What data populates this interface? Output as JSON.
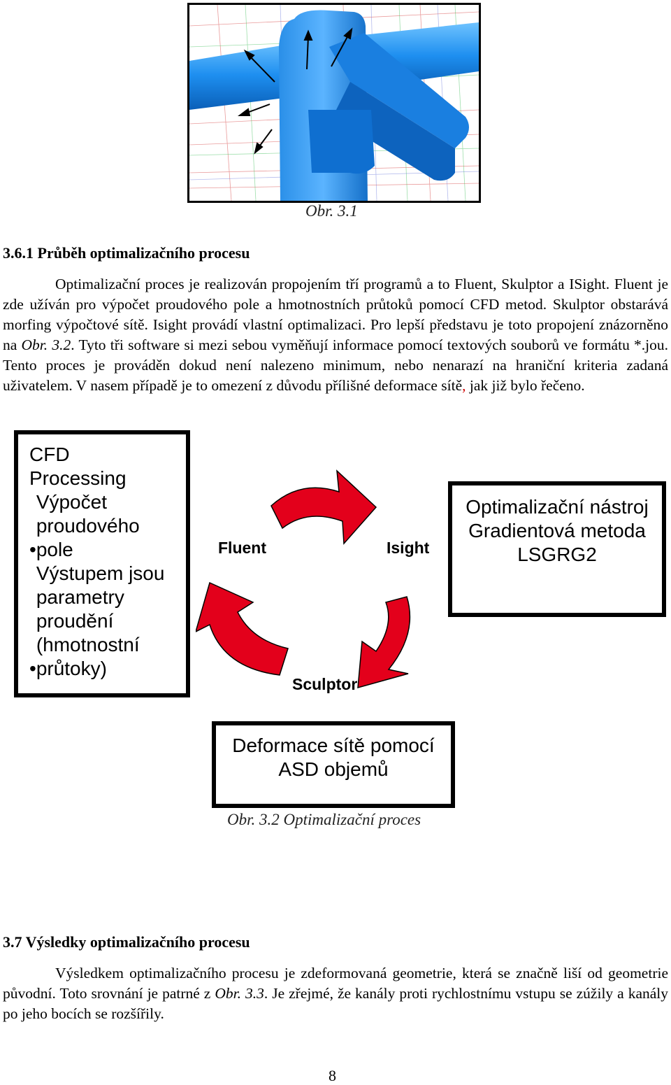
{
  "figure1": {
    "caption": "Obr. 3.1"
  },
  "section1": {
    "heading": "3.6.1 Průběh optimalizačního procesu",
    "paragraph": {
      "part1": "Optimalizační proces je realizován propojením tří programů a to Fluent, Skulptor a ISight. Fluent je zde užíván pro výpočet proudového pole a hmotnostních průtoků pomocí CFD metod. Skulptor obstarává morfing výpočtové sítě. Isight provádí vlastní optimalizaci. Pro lepší představu je toto propojení znázorněno na ",
      "ref": "Obr. 3.2",
      "part2": ". Tyto tři software si mezi sebou vyměňují informace pomocí textových souborů ve formátu *.jou. Tento proces je prováděn dokud není nalezeno minimum, nebo nenarazí na hraniční kriteria zadaná uživatelem. V nasem případě je to omezení z důvodu přílišné deformace sítě",
      "comma": ",",
      "part3": " jak již bylo řečeno."
    }
  },
  "diagram": {
    "cfd_box": {
      "title_line1": "CFD",
      "title_line2": "Processing",
      "bullet1": "Výpočet proudového pole",
      "bullet2": "Výstupem jsou parametry proudění (hmotnostní průtoky)"
    },
    "opt_box": {
      "text": "Optimalizační nástroj Gradientová metoda LSGRG2"
    },
    "def_box": {
      "text": "Deformace sítě pomocí ASD objemů"
    },
    "labels": {
      "fluent": "Fluent",
      "isight": "Isight",
      "sculptor": "Sculptor"
    },
    "arrow_color": "#e3001b",
    "caption": "Obr. 3.2 Optimalizační proces"
  },
  "section2": {
    "heading": "3.7 Výsledky optimalizačního procesu",
    "paragraph": {
      "part1": "Výsledkem optimalizačního procesu je zdeformovaná geometrie, která se značně liší od geometrie původní. Toto srovnání je patrné z ",
      "ref": "Obr. 3.3",
      "part2": ". Je zřejmé, že kanály proti rychlostnímu vstupu se zúžily a kanály po jeho bocích se rozšířily."
    }
  },
  "page_number": "8"
}
